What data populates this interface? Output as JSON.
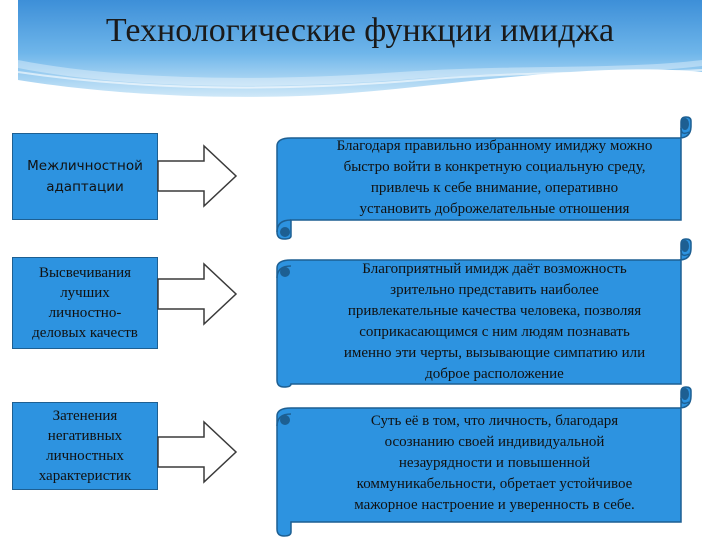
{
  "title": "Технологические функции имиджа",
  "colors": {
    "box_fill": "#2d93e0",
    "box_border": "#1d5f92",
    "banner_top": "#3d8fd8",
    "banner_bottom": "#cfe8f8"
  },
  "functions": [
    {
      "label": [
        "Межличностной",
        "адаптации"
      ],
      "description": [
        "Благодаря правильно избранному имиджу можно",
        "быстро войти в конкретную социальную среду,",
        "привлечь к себе внимание, оперативно",
        "установить доброжелательные отношения"
      ]
    },
    {
      "label": [
        "Высвечивания",
        "лучших",
        "личностно-",
        "деловых качеств"
      ],
      "description": [
        "Благоприятный имидж даёт возможность",
        "зрительно представить наиболее",
        "привлекательные качества человека, позволяя",
        "соприкасающимся с ним людям познавать",
        "именно эти черты, вызывающие симпатию или",
        "доброе расположение"
      ]
    },
    {
      "label": [
        "Затенения",
        "негативных",
        "личностных",
        "характеристик"
      ],
      "description": [
        "Суть её в том, что личность, благодаря",
        "осознанию своей индивидуальной",
        "незаурядности и повышенной",
        "коммуникабельности, обретает устойчивое",
        "мажорное настроение и уверенность в себе."
      ]
    }
  ]
}
